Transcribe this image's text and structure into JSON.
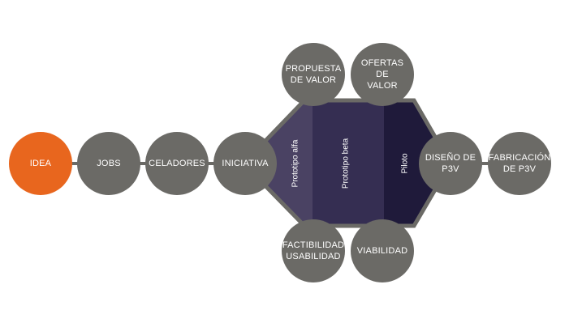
{
  "colors": {
    "node": "#6b6a66",
    "start_node": "#e8661e",
    "connector": "#6b6a66",
    "band_alfa": "#4a4263",
    "band_beta": "#352e52",
    "band_piloto": "#1f1a3a",
    "hex_border": "#6b6a66"
  },
  "nodes": {
    "idea": "IDEA",
    "jobs": "JOBS",
    "celadores": "CELADORES",
    "iniciativa": "INICIATIVA",
    "propuesta": "PROPUESTA\nDE VALOR",
    "ofertas": "OFERTAS DE\nVALOR",
    "factibilidad": "FACTIBILIDAD\nUSABILIDAD",
    "viabilidad": "VIABILIDAD",
    "diseno": "DISEÑO DE\nP3V",
    "fabricacion": "FABRICACIÓN\nDE P3V"
  },
  "phases": {
    "alfa": "Prototipo alfa",
    "beta": "Prototipo beta",
    "piloto": "Piloto"
  }
}
